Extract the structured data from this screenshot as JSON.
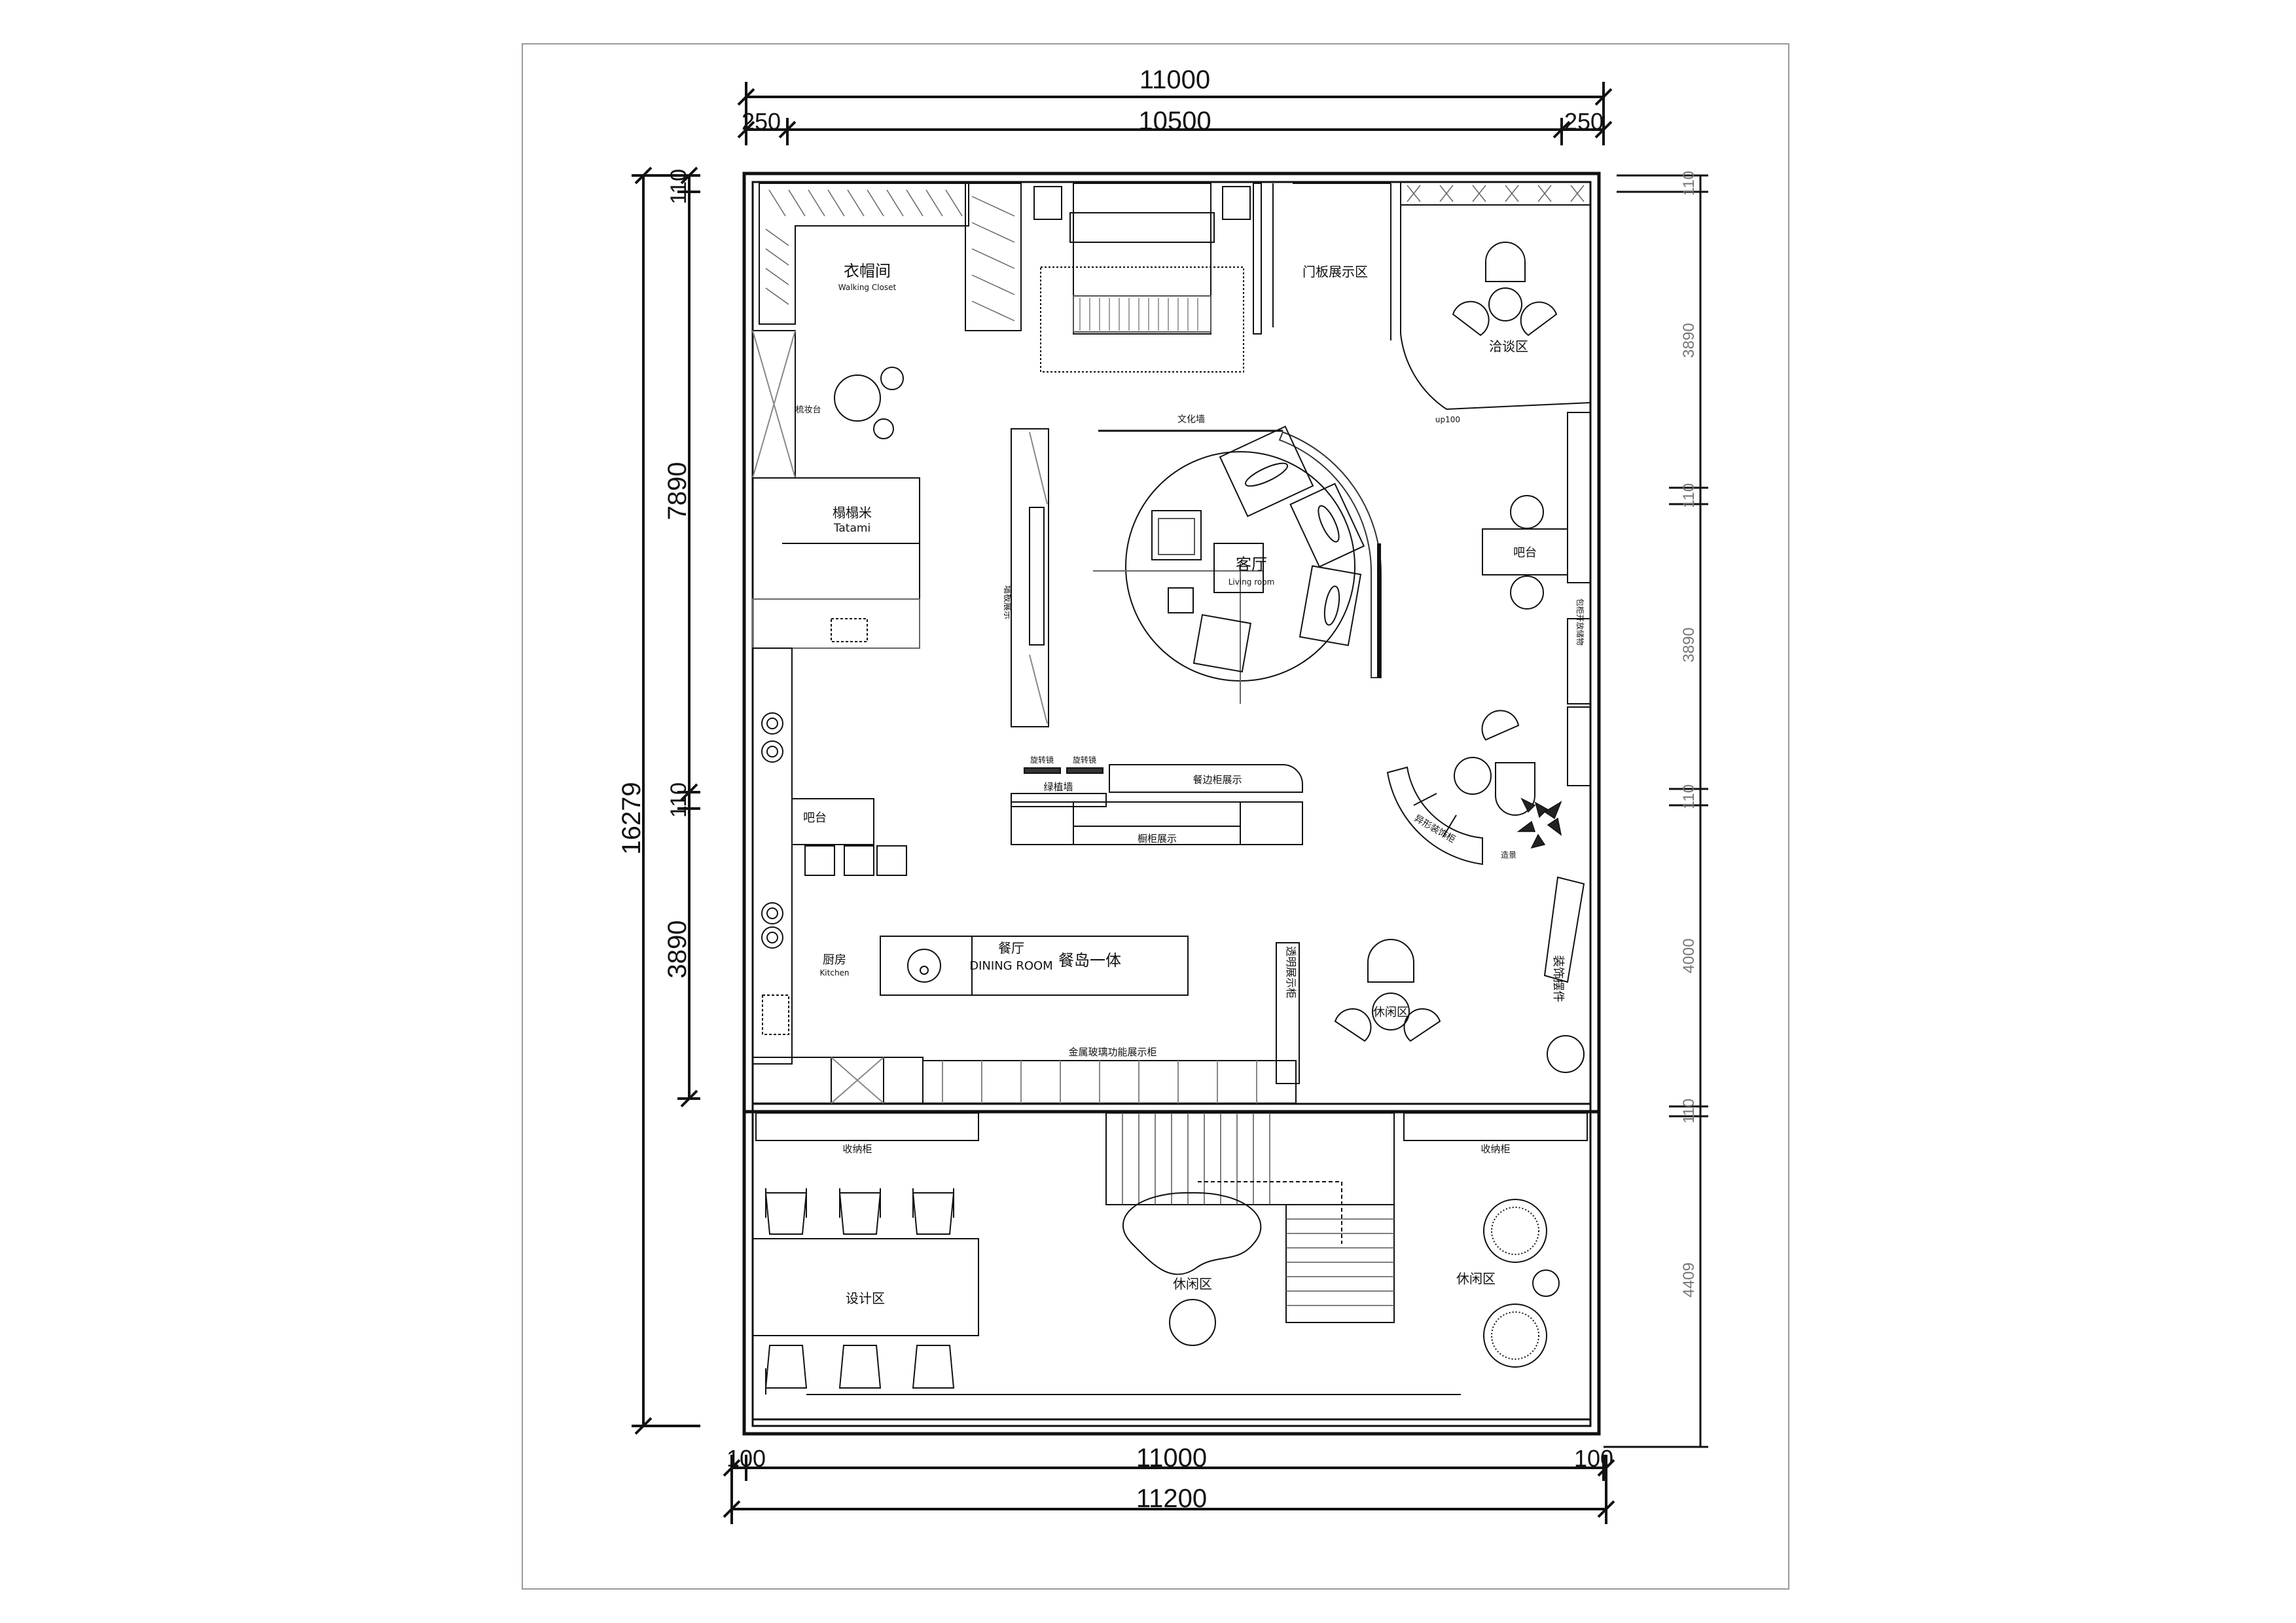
{
  "dimensions": {
    "top_total": "11000",
    "top_left": "250",
    "top_mid": "10500",
    "top_right": "250",
    "bottom_left": "100",
    "bottom_mid": "11000",
    "bottom_right": "100",
    "bottom_total": "11200",
    "left_total": "16279",
    "left_upper": "7890",
    "left_mid": "3890",
    "left_gap1": "110",
    "left_gap2": "110",
    "right_a": "110",
    "right_b": "3890",
    "right_c": "110",
    "right_d": "3890",
    "right_e": "110",
    "right_f": "4000",
    "right_g": "110",
    "right_h": "4409"
  },
  "rooms": {
    "walking_closet_cn": "衣帽间",
    "walking_closet_en": "Walking Closet",
    "vanity": "梳妆台",
    "tatami_cn": "榻榻米",
    "tatami_en": "Tatami",
    "bar1": "吧台",
    "kitchen_cn": "厨房",
    "kitchen_en": "Kitchen",
    "door_display": "门板展示区",
    "negotiation": "洽谈区",
    "culture_wall": "文化墙",
    "living_cn": "客厅",
    "living_en": "Living room",
    "wall_panel": "墙板展示",
    "bar2": "吧台",
    "rotating_mirror1": "旋转镜",
    "rotating_mirror2": "旋转镜",
    "green_wall": "绿植墙",
    "dining_cabinet": "餐边柜展示",
    "cupboard": "橱柜展示",
    "special_cabinet": "异形装饰柜",
    "dining_cn": "餐厅",
    "dining_en": "DINING ROOM",
    "dining_island": "餐岛一体",
    "transparent_display": "透明展示柜",
    "leisure1": "休闲区",
    "metal_glass": "金属玻璃功能展示柜",
    "decor": "装饰摆件",
    "storage1": "收纳柜",
    "storage2": "收纳柜",
    "design": "设计区",
    "leisure2": "休闲区",
    "leisure3": "休闲区",
    "up_note": "up100",
    "wine_cabinet": "包柜开放储物",
    "entry_note": "造景"
  },
  "colors": {
    "line": "#111111",
    "light": "#777777",
    "paper": "#ffffff"
  }
}
